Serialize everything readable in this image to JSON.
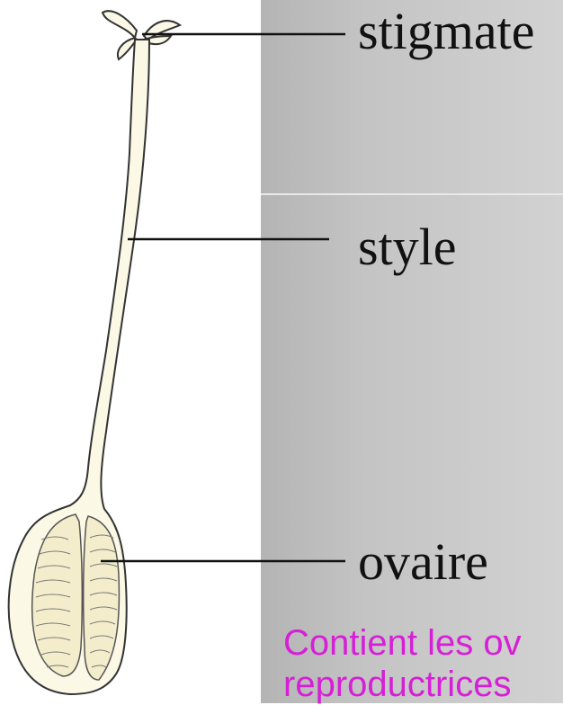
{
  "labels": {
    "stigmate": "stigmate",
    "style": "style",
    "ovaire": "ovaire"
  },
  "caption": {
    "line1": "Contient les ov",
    "line2": "reproductrices"
  }
}
